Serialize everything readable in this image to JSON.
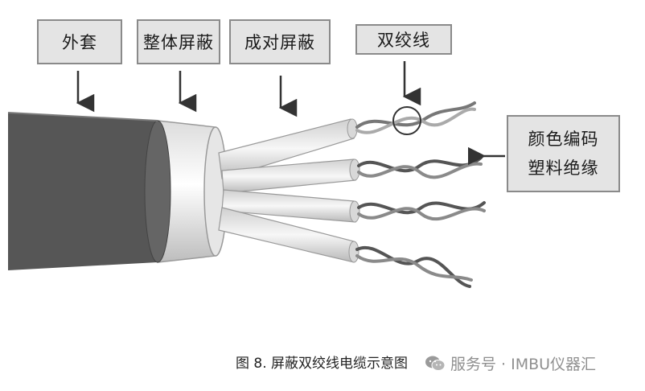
{
  "labels": {
    "jacket": "外套",
    "overall_shield": "整体屏蔽",
    "pair_shield": "成对屏蔽",
    "twisted_pair": "双绞线",
    "color_line1": "颜色编码",
    "color_line2": "塑料绝缘"
  },
  "caption": "图 8. 屏蔽双绞线电缆示意图",
  "watermark": "服务号 · IMBU仪器汇"
}
